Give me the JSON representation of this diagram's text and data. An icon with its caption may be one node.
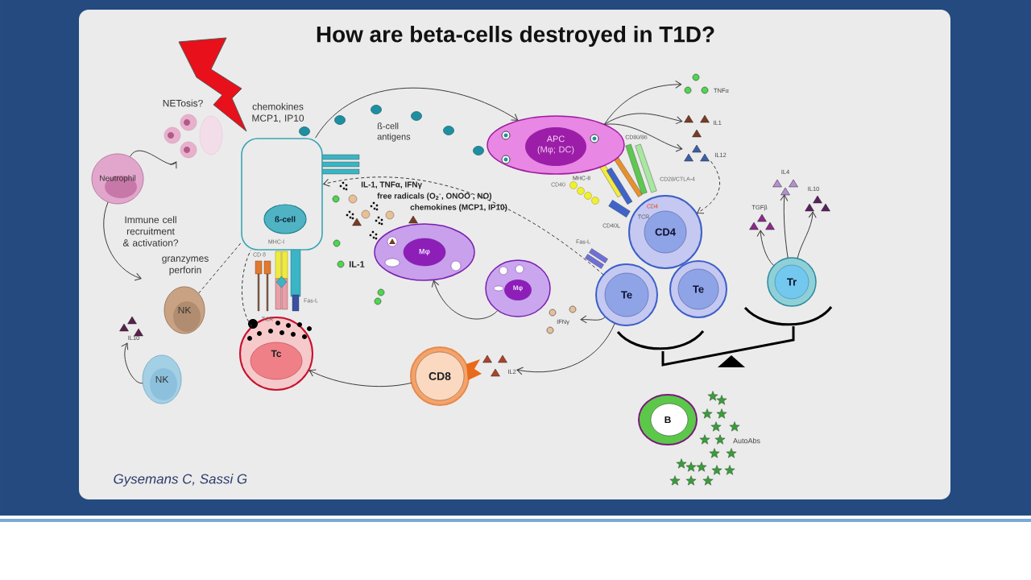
{
  "diagram": {
    "title": "How are beta-cells destroyed in T1D?",
    "caption": "Gysemans C, Sassi G",
    "nodes": [
      {
        "text": [
          "Neutrophil"
        ]
      },
      {
        "text": [
          "NETosis?"
        ]
      },
      {
        "text": [],
        "shape": "box"
      },
      {
        "text": [
          "ß-cell"
        ],
        "in": 2
      },
      {
        "text": [
          "NK"
        ]
      },
      {
        "text": [
          "IL10"
        ]
      },
      {
        "text": [
          "NK"
        ]
      },
      {
        "text": [
          "Tc"
        ]
      },
      {
        "text": [
          "Mφ"
        ]
      },
      {
        "text": [
          "APC (Mφ; DC)"
        ]
      },
      {
        "text": [
          "TNFα"
        ]
      },
      {
        "text": [
          "IL1"
        ]
      },
      {
        "text": [
          "IL12"
        ]
      },
      {
        "text": [
          "CD4"
        ]
      },
      {
        "text": [
          "IL4"
        ]
      },
      {
        "text": [
          "IL10"
        ]
      },
      {
        "text": [
          "TGFβ"
        ]
      },
      {
        "text": [
          "Mφ"
        ]
      },
      {
        "text": [
          "IFNγ"
        ]
      },
      {
        "text": [
          "Te"
        ]
      },
      {
        "text": [
          "Te"
        ]
      },
      {
        "text": [
          "Tr"
        ]
      },
      {
        "text": [
          "IL2"
        ]
      },
      {
        "text": [
          "CD8"
        ]
      },
      {
        "text": [
          "B"
        ]
      }
    ],
    "edges": [
      {
        "from": 0,
        "to": 1,
        "arrow": "to"
      },
      {
        "from": 0,
        "to": null,
        "arrow": "to",
        "label": "Immune cell recruitment & activation?"
      },
      {
        "from": 6,
        "to": 5,
        "arrow": "to"
      },
      {
        "from": 2,
        "to": 9,
        "arrow": "to"
      },
      {
        "from": 4,
        "to": 2,
        "arrow": "none",
        "style": "dashed"
      },
      {
        "from": 7,
        "to": 2,
        "arrow": "none",
        "style": "dashed"
      },
      {
        "from": 17,
        "to": 8,
        "arrow": "to"
      },
      {
        "from": 19,
        "to": 18,
        "arrow": "to"
      },
      {
        "from": 19,
        "to": 22,
        "arrow": "to"
      },
      {
        "from": 23,
        "to": 7,
        "arrow": "to"
      },
      {
        "from": 19,
        "to": 2,
        "arrow": "to",
        "style": "dashed"
      },
      {
        "from": 9,
        "to": 10,
        "arrow": "to"
      },
      {
        "from": 9,
        "to": 11,
        "arrow": "to"
      },
      {
        "from": 9,
        "to": 12,
        "arrow": "to"
      },
      {
        "from": 12,
        "to": 13,
        "arrow": "to",
        "style": "dashed"
      },
      {
        "from": 21,
        "to": 16,
        "arrow": "to"
      },
      {
        "from": 21,
        "to": 14,
        "arrow": "to"
      },
      {
        "from": 21,
        "to": 15,
        "arrow": "to"
      }
    ],
    "labels": [
      "chemokines MCP1, IP10",
      "ß-cell antigens",
      "granzymes perforin",
      "MHC-I",
      "CD 8",
      "TCR",
      "Fas-L",
      "IL-1, TNFα, IFNγ",
      "free radicals (O$_{2}$$^{-}$, ONOO$^{-}$, NO)",
      "chemokines (MCP1, IP10)",
      "IL-1",
      "MHC-II",
      "CD40",
      "CD80/86",
      "CD28/CTLA-4",
      "CD4",
      "TCR",
      "CD40L",
      "Fas-L",
      "AutoAbs"
    ]
  }
}
